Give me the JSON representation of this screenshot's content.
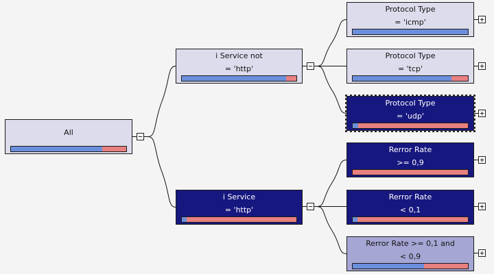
{
  "colors": {
    "normal": "#6b8fdc",
    "attack": "#e88080",
    "node_light": "#dcdcec",
    "node_medium": "#a6a6d4",
    "node_dark": "#171780"
  },
  "tree": {
    "root": {
      "line1": "All",
      "line2": "",
      "normal_fraction": 0.79,
      "toggle": "−"
    },
    "service_not_http": {
      "line1": "i Service not",
      "line2": "= 'http'",
      "normal_fraction": 0.91,
      "toggle": "−"
    },
    "service_http": {
      "line1": "i Service",
      "line2": "= 'http'",
      "normal_fraction": 0.04,
      "toggle": "−"
    },
    "protocol_icmp": {
      "line1": "Protocol Type",
      "line2": "= 'icmp'",
      "normal_fraction": 1.0,
      "toggle": "+"
    },
    "protocol_tcp": {
      "line1": "Protocol Type",
      "line2": "= 'tcp'",
      "normal_fraction": 0.86,
      "toggle": "+"
    },
    "protocol_udp": {
      "line1": "Protocol Type",
      "line2": "= 'udp'",
      "normal_fraction": 0.05,
      "toggle": "+"
    },
    "rerror_high": {
      "line1": "Rerror Rate",
      "line2": ">= 0,9",
      "normal_fraction": 0.0,
      "toggle": "+"
    },
    "rerror_low": {
      "line1": "Rerror Rate",
      "line2": "< 0,1",
      "normal_fraction": 0.04,
      "toggle": "+"
    },
    "rerror_mid": {
      "line1": "Rerror Rate >= 0,1 and",
      "line2": "< 0,9",
      "normal_fraction": 0.62,
      "toggle": "+"
    }
  }
}
